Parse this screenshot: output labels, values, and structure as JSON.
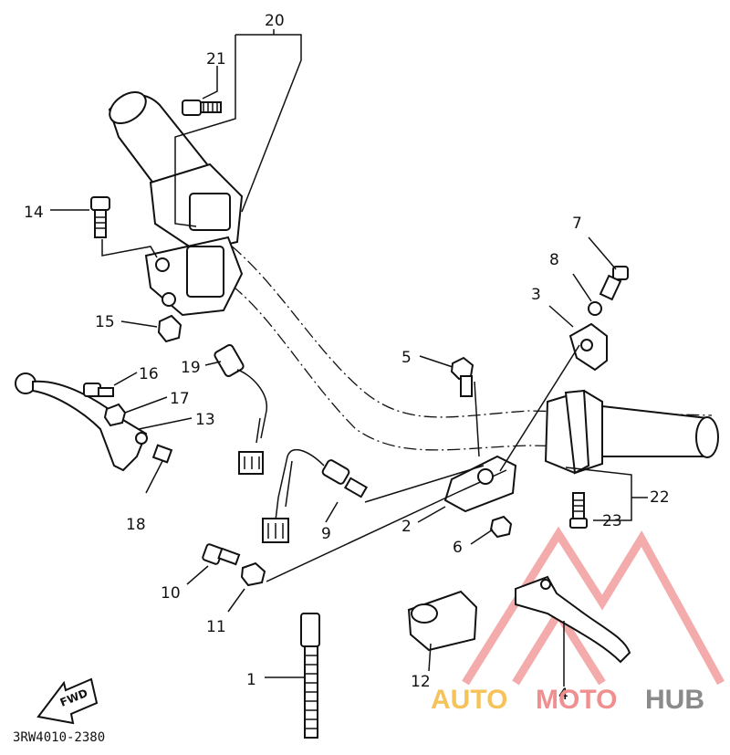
{
  "diagram": {
    "labels": {
      "p1": "1",
      "p2": "2",
      "p3": "3",
      "p4": "4",
      "p5": "5",
      "p6": "6",
      "p7": "7",
      "p8": "8",
      "p9": "9",
      "p10": "10",
      "p11": "11",
      "p12": "12",
      "p13": "13",
      "p14": "14",
      "p15": "15",
      "p16": "16",
      "p17": "17",
      "p18": "18",
      "p19": "19",
      "p20": "20",
      "p21": "21",
      "p22": "22",
      "p23": "23"
    },
    "fwd_label": "FWD",
    "code": "3RW4010-2380"
  },
  "watermark": {
    "auto": "AUTO",
    "moto": "MOTO",
    "hub": "HUB",
    "colors": {
      "auto": "#f6c35a",
      "moto": "#f08f8f",
      "hub": "#8a8a8a",
      "triangle": "#f08f8f"
    }
  }
}
